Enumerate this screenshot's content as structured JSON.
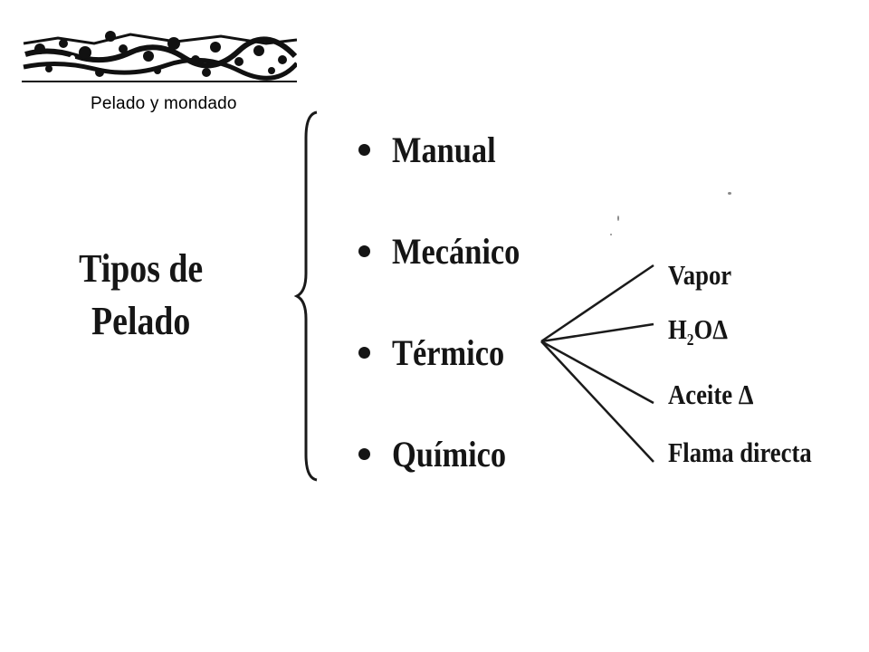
{
  "caption": "Pelado y mondado",
  "root": {
    "line1": "Tipos de",
    "line2": "Pelado"
  },
  "types": [
    {
      "label": "Manual"
    },
    {
      "label": "Mecánico"
    },
    {
      "label": "Térmico"
    },
    {
      "label": "Químico"
    }
  ],
  "thermal_methods": [
    {
      "label": "Vapor"
    },
    {
      "label_main": "H",
      "label_sub": "2",
      "label_tail": "OΔ"
    },
    {
      "label": "Aceite Δ"
    },
    {
      "label": "Flama directa"
    }
  ]
}
